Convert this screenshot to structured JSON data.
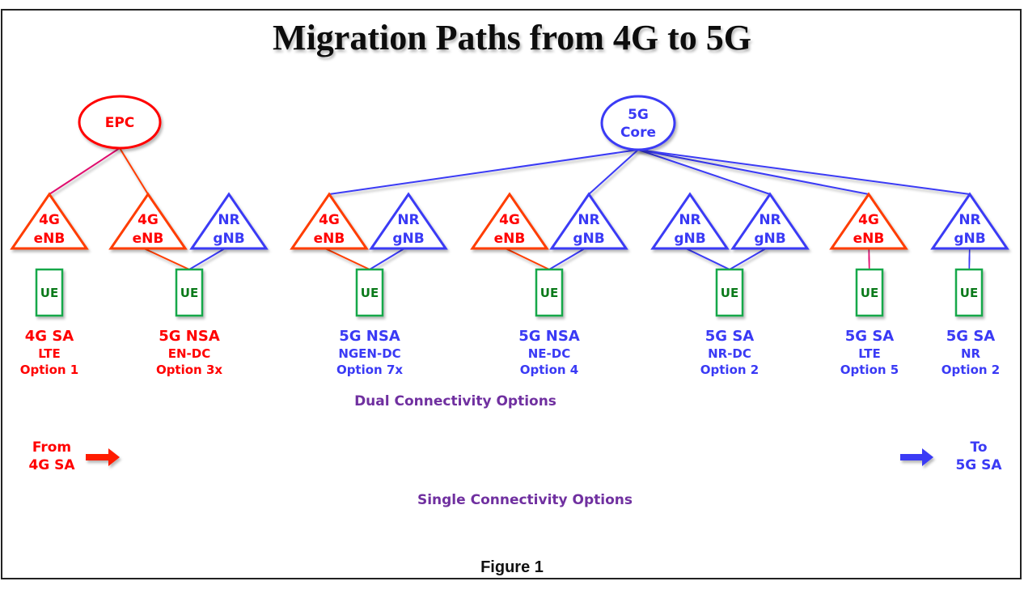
{
  "title": "Migration Paths from 4G to 5G",
  "colors": {
    "red": "#ff0000",
    "orange_red": "#ff3c00",
    "blue": "#3a3af5",
    "green": "#12a84a",
    "ue_text": "#0a7a1a",
    "purple": "#7030a0",
    "magenta_link": "#e0106e"
  },
  "cores": [
    {
      "id": "epc",
      "lines": [
        "EPC"
      ],
      "color": "red"
    },
    {
      "id": "5gc",
      "lines": [
        "5G",
        "Core"
      ],
      "color": "blue"
    }
  ],
  "nodes": {
    "enb": {
      "line1": "4G",
      "line2": "eNB"
    },
    "gnb": {
      "line1": "NR",
      "line2": "gNB"
    }
  },
  "ue_label": "UE",
  "options": [
    {
      "line1": "4G SA",
      "line2": "LTE",
      "line3": "Option 1",
      "color": "red"
    },
    {
      "line1": "5G NSA",
      "line2": "EN-DC",
      "line3": "Option 3x",
      "color": "red"
    },
    {
      "line1": "5G NSA",
      "line2": "NGEN-DC",
      "line3": "Option 7x",
      "color": "blue"
    },
    {
      "line1": "5G NSA",
      "line2": "NE-DC",
      "line3": "Option 4",
      "color": "blue"
    },
    {
      "line1": "5G SA",
      "line2": "NR-DC",
      "line3": "Option 2",
      "color": "blue"
    },
    {
      "line1": "5G SA",
      "line2": "LTE",
      "line3": "Option 5",
      "color": "blue"
    },
    {
      "line1": "5G SA",
      "line2": "NR",
      "line3": "Option 2",
      "color": "blue"
    }
  ],
  "dual_connectivity_label": "Dual Connectivity Options",
  "single_connectivity_label": "Single Connectivity Options",
  "from_label": {
    "line1": "From",
    "line2": "4G SA"
  },
  "to_label": {
    "line1": "To",
    "line2": "5G SA"
  },
  "figure_caption": "Figure 1"
}
